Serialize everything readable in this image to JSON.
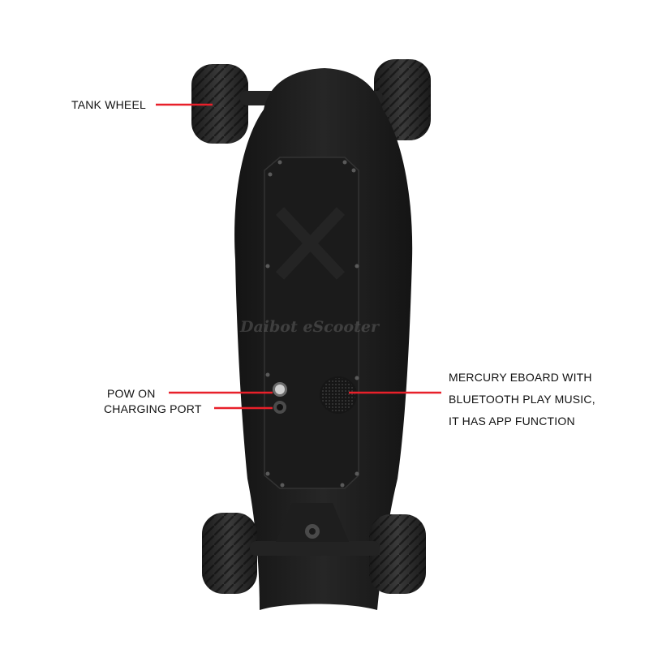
{
  "labels": {
    "tank_wheel": "TANK WHEEL",
    "pow_on": "POW ON",
    "charging_port": "CHARGING PORT",
    "mercury_line1": "MERCURY EBOARD WITH",
    "mercury_line2": "BLUETOOTH PLAY MUSIC,",
    "mercury_line3": "IT HAS APP FUNCTION"
  },
  "watermark": "Daibot eScooter",
  "colors": {
    "board": "#1c1c1c",
    "wheel": "#202020",
    "pointer": "#e8202a",
    "background": "#ffffff"
  }
}
